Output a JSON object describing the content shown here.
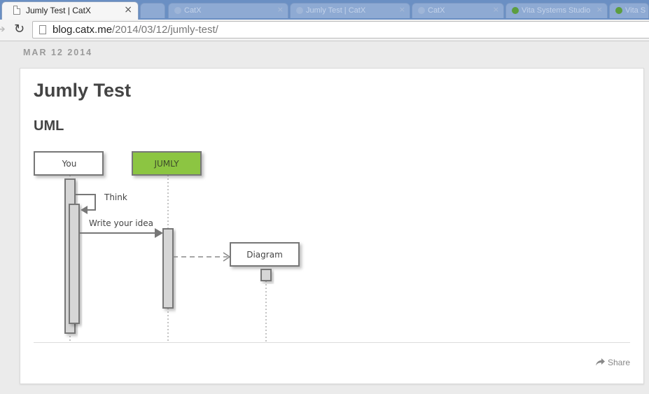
{
  "browser": {
    "active_tab": {
      "title": "Jumly Test | CatX",
      "close": "×"
    },
    "background_tabs": [
      {
        "title": "",
        "close": ""
      },
      {
        "title": "CatX",
        "close": "×"
      },
      {
        "title": "Jumly Test | CatX",
        "close": "×"
      },
      {
        "title": "CatX",
        "close": "×"
      },
      {
        "title": "Vita Systems Studio",
        "close": "×"
      },
      {
        "title": "Vita S",
        "close": ""
      }
    ],
    "address": {
      "host": "blog.catx.me",
      "path": "/2014/03/12/jumly-test/"
    }
  },
  "post": {
    "date": "MAR 12 2014",
    "title": "Jumly Test",
    "section": "UML",
    "share_label": "Share"
  },
  "diagram": {
    "participants": [
      "You",
      "JUMLY"
    ],
    "created_object": "Diagram",
    "messages": {
      "self": "Think",
      "call": "Write your idea"
    },
    "colors": {
      "jumly_fill": "#8cc542",
      "activation_fill": "#d6d6d6",
      "line": "#777777"
    }
  }
}
